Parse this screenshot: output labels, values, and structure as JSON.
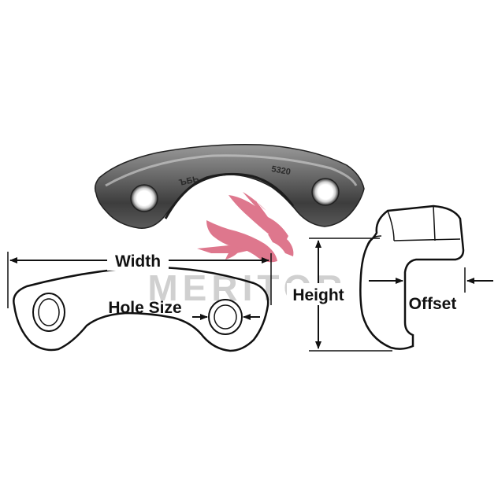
{
  "diagram": {
    "labels": {
      "width": "Width",
      "hole_size": "Hole Size",
      "height": "Height",
      "offset": "Offset"
    },
    "watermark": {
      "brand_text": "MERITOR",
      "logo_icon": "winged-bull-icon",
      "brand_color": "#c8c8c8",
      "logo_color": "#d9607a"
    },
    "part_stamp": {
      "left_mark": "ЪБЬ",
      "right_mark": "5320"
    },
    "colors": {
      "line": "#111111",
      "metal_dark": "#3a3a3a",
      "metal_mid": "#777777",
      "metal_light": "#bdbdbd"
    }
  }
}
